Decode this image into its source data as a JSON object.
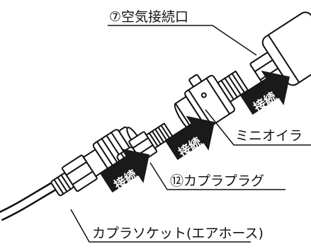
{
  "labels": {
    "air_inlet": "⑦空気接続口",
    "mini_oiler": "ミニオイラ",
    "coupler_plug": "⑫カプラプラグ",
    "coupler_socket": "カプラソケット(エアホース)"
  },
  "badges": {
    "connect_1": "接続",
    "connect_2": "接続",
    "connect_3": "接続"
  },
  "colors": {
    "line": "#111111",
    "arrow": "#1a1a1a",
    "part_fill": "#ffffff",
    "badge_text": "#ffffff"
  }
}
